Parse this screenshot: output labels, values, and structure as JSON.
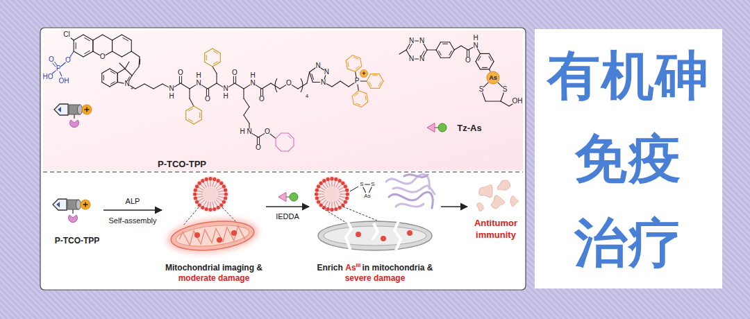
{
  "diagram": {
    "nodes": [
      {
        "text": [
          "P-TCO-TPP"
        ]
      },
      {
        "text": [
          "Mitochondrial imaging &",
          "moderate damage"
        ]
      },
      {
        "text": [
          "Enrich",
          "As",
          "III",
          "in mitochondria &",
          "severe damage"
        ]
      },
      {
        "text": [
          "Antitumor immunity"
        ]
      },
      {
        "text": [
          "有机砷",
          "免疫",
          "治疗"
        ]
      }
    ],
    "edges": [
      {
        "from": 0,
        "to": 1,
        "label": "ALP",
        "arrow": "to"
      },
      {
        "from": 1,
        "to": 2,
        "label": "IEDDA",
        "arrow": "to"
      },
      {
        "from": 2,
        "to": 3,
        "arrow": "to"
      }
    ],
    "labels": [
      "Cl",
      "O",
      "HO",
      "P",
      "OH",
      "O",
      "O",
      "N",
      "+",
      "N",
      "H",
      "O",
      "N",
      "H",
      "O",
      "N",
      "H",
      "O",
      "N",
      "H",
      "O",
      "O",
      "4",
      "N",
      "N",
      "N",
      "P",
      "+",
      "H",
      "N",
      "O",
      "O",
      "P-TCO-TPP",
      "N",
      "N",
      "N",
      "N",
      "O",
      "N",
      "H",
      "As",
      "S",
      "S",
      "OH",
      "Tz-As",
      "Self-assembly",
      "S",
      "S",
      "As"
    ]
  }
}
